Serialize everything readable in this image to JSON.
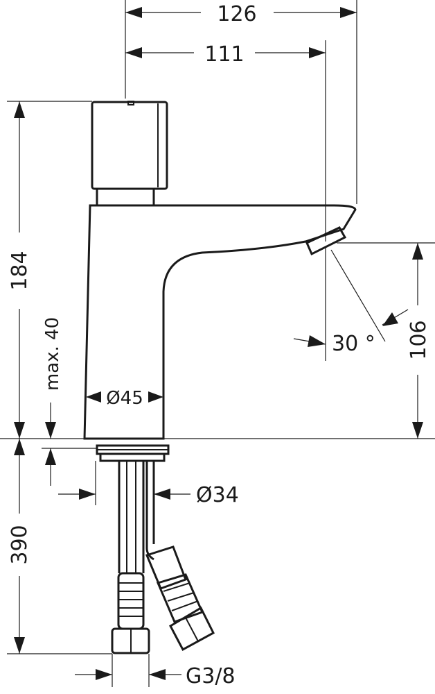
{
  "dimensions": {
    "overall_width": "126",
    "spout_reach": "111",
    "total_height": "184",
    "spout_height": "106",
    "max_deck": "max. 40",
    "body_diameter": "Ø45",
    "hole_diameter": "Ø34",
    "hose_length": "390",
    "connection": "G3/8",
    "spray_angle": "30 °"
  }
}
